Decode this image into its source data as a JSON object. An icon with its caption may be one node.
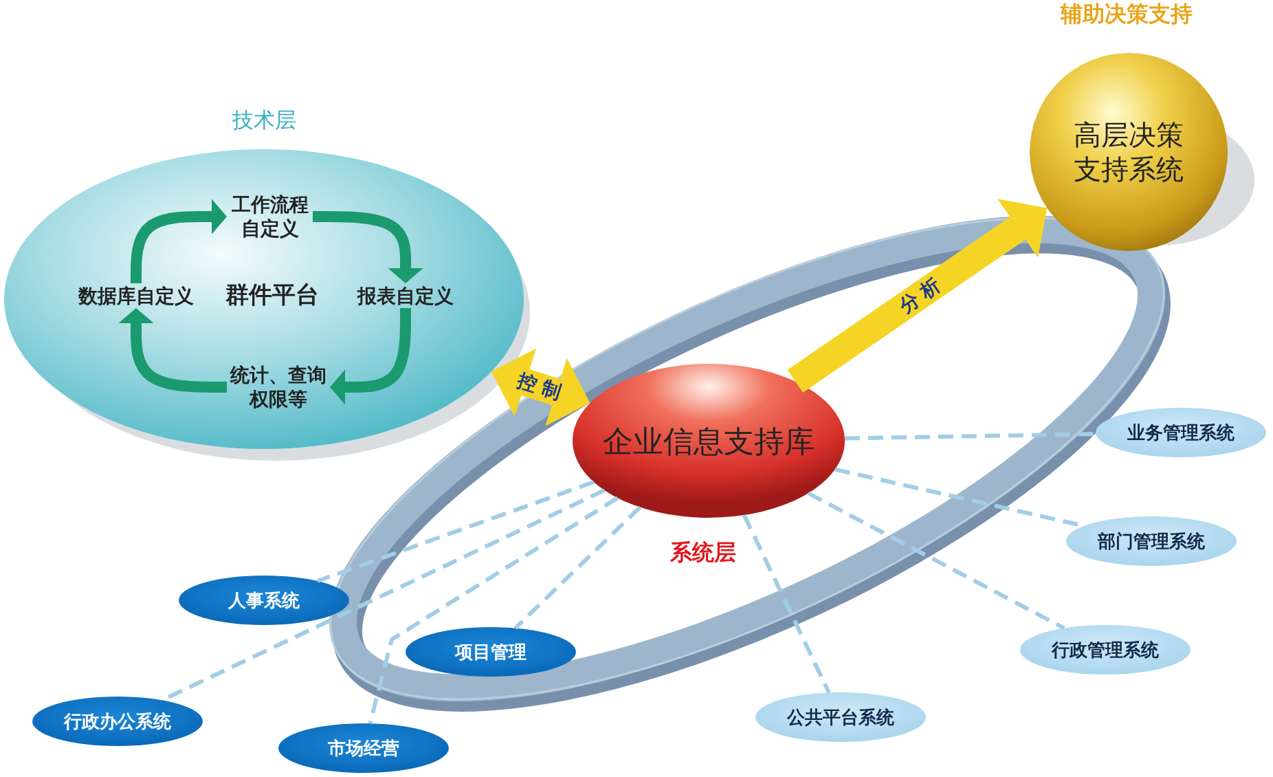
{
  "diagram": {
    "nodes": [
      {
        "text": [
          "技术层",
          "群件平台"
        ]
      },
      {
        "text": [
          "工作流程自定义"
        ],
        "in": 0
      },
      {
        "text": [
          "数据库自定义"
        ],
        "in": 0
      },
      {
        "text": [
          "报表自定义"
        ],
        "in": 0
      },
      {
        "text": [
          "统计、查询权限等"
        ],
        "in": 0
      },
      {
        "text": [
          "辅助决策支持",
          "高层决策支持系统"
        ]
      },
      {
        "text": [
          "企业信息支持库"
        ],
        "beside": [
          "系统层"
        ]
      },
      {
        "text": [
          "业务管理系统"
        ]
      },
      {
        "text": [
          "部门管理系统"
        ]
      },
      {
        "text": [
          "行政管理系统"
        ]
      },
      {
        "text": [
          "公共平台系统"
        ]
      },
      {
        "text": [
          "人事系统"
        ]
      },
      {
        "text": [
          "项目管理"
        ]
      },
      {
        "text": [
          "行政办公系统"
        ]
      },
      {
        "text": [
          "市场经营"
        ]
      }
    ],
    "edges": [
      {
        "from": 2,
        "to": 1,
        "arrow": "to",
        "style": "thick",
        "color": "#1a9a6e"
      },
      {
        "from": 1,
        "to": 3,
        "arrow": "to",
        "style": "thick",
        "color": "#1a9a6e"
      },
      {
        "from": 3,
        "to": 4,
        "arrow": "to",
        "style": "thick",
        "color": "#1a9a6e"
      },
      {
        "from": 4,
        "to": 2,
        "arrow": "to",
        "style": "thick",
        "color": "#1a9a6e"
      },
      {
        "from": 6,
        "to": 7,
        "arrow": "none",
        "style": "dashed"
      },
      {
        "from": 6,
        "to": 8,
        "arrow": "none",
        "style": "dashed"
      },
      {
        "from": 6,
        "to": 9,
        "arrow": "none",
        "style": "dashed"
      },
      {
        "from": 6,
        "to": 10,
        "arrow": "none",
        "style": "dashed"
      },
      {
        "from": 6,
        "to": 11,
        "arrow": "none",
        "style": "dashed"
      },
      {
        "from": 6,
        "to": 12,
        "arrow": "none",
        "style": "dashed"
      },
      {
        "from": 6,
        "to": 13,
        "arrow": "none",
        "style": "dashed"
      },
      {
        "from": 6,
        "to": 14,
        "arrow": "none",
        "style": "dashed"
      },
      {
        "from": 0,
        "to": 6,
        "arrow": "both",
        "label": "控制",
        "style": "thick",
        "color": "#f5d425"
      },
      {
        "from": 6,
        "to": 5,
        "arrow": "to",
        "label": "分析",
        "style": "thick",
        "color": "#f5d425"
      }
    ]
  }
}
